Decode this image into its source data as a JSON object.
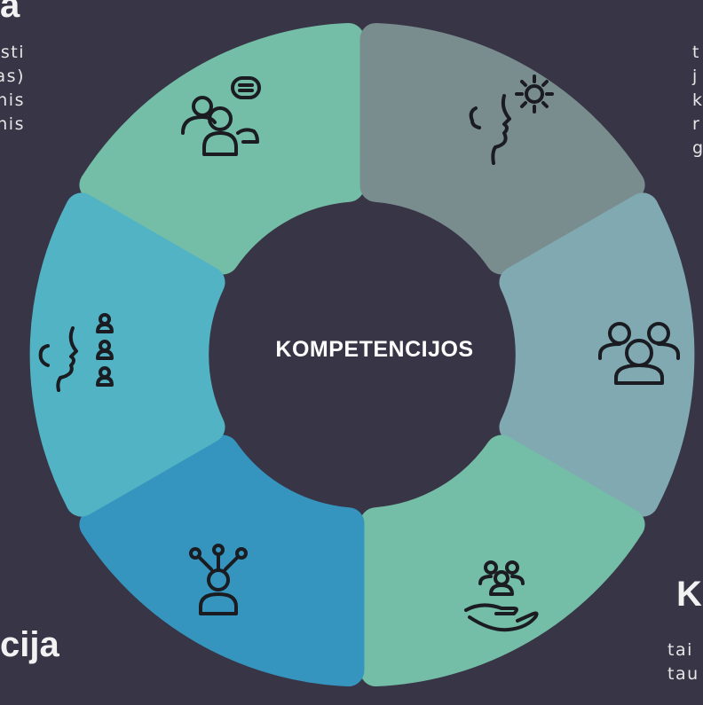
{
  "center": {
    "title": "KOMPETENCIJOS"
  },
  "segments": [
    {
      "icon": "communication-people-icon",
      "color": "#74bda6"
    },
    {
      "icon": "head-gear-icon",
      "color": "#798d8f"
    },
    {
      "icon": "team-people-icon",
      "color": "#80a9b2"
    },
    {
      "icon": "hand-people-icon",
      "color": "#74bda6"
    },
    {
      "icon": "person-network-icon",
      "color": "#3595be"
    },
    {
      "icon": "head-people-icon",
      "color": "#52b3c4"
    }
  ],
  "background_color": "#383546",
  "text": {
    "top_left_heading": "a",
    "top_left_lines": [
      "sti",
      "as)",
      "nis",
      "nis"
    ],
    "top_right_lines": [
      "t",
      "j",
      "k",
      "r",
      "g"
    ],
    "bottom_left_heading": "cija",
    "bottom_right_heading": "K",
    "bottom_right_lines": [
      "tai",
      "tau"
    ]
  }
}
